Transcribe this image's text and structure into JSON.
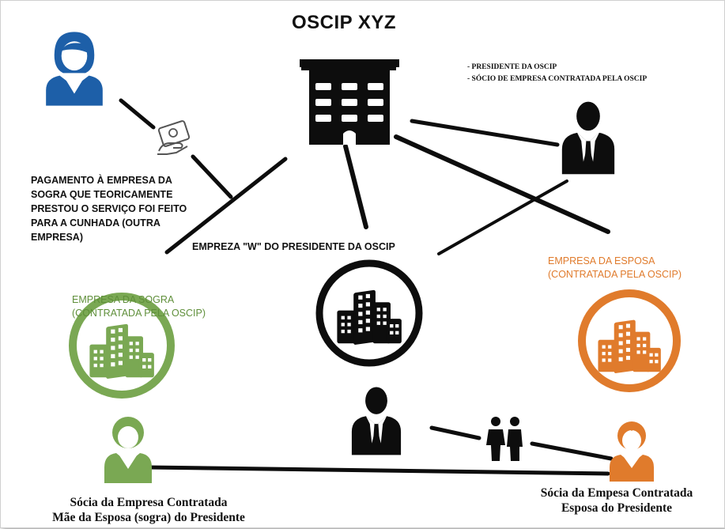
{
  "title": "OSCIP XYZ",
  "president_roles": [
    "- PRESIDENTE DA OSCIP",
    "- SÓCIO DE EMPRESA CONTRATADA PELA OSCIP"
  ],
  "payment_note": "PAGAMENTO À EMPRESA DA SOGRA QUE TEORICAMENTE PRESTOU O SERVIÇO FOI FEITO PARA A CUNHADA (OUTRA EMPRESA)",
  "empresa_w_label": "EMPREZA \"W\" DO PRESIDENTE DA OSCIP",
  "sogra_company": {
    "line1": "EMPRESA DA SOGRA",
    "line2": "(CONTRATADA PELA OSCIP)"
  },
  "esposa_company": {
    "line1": "EMPRESA DA ESPOSA",
    "line2": "(CONTRATADA PELA OSCIP)"
  },
  "sogra_caption": {
    "line1": "Sócia da Empresa Contratada",
    "line2": "Mãe da Esposa (sogra) do Presidente"
  },
  "esposa_caption": {
    "line1": "Sócia da Empesa Contratada",
    "line2": "Esposa do Presidente"
  },
  "colors": {
    "blue": "#1d5fa8",
    "green": "#7aa853",
    "orange": "#e07b2c",
    "black": "#0d0d0d"
  },
  "icons": [
    "woman-icon",
    "money-hand-icon",
    "building-icon",
    "businessman-icon",
    "city-buildings-icon",
    "couple-icon"
  ]
}
